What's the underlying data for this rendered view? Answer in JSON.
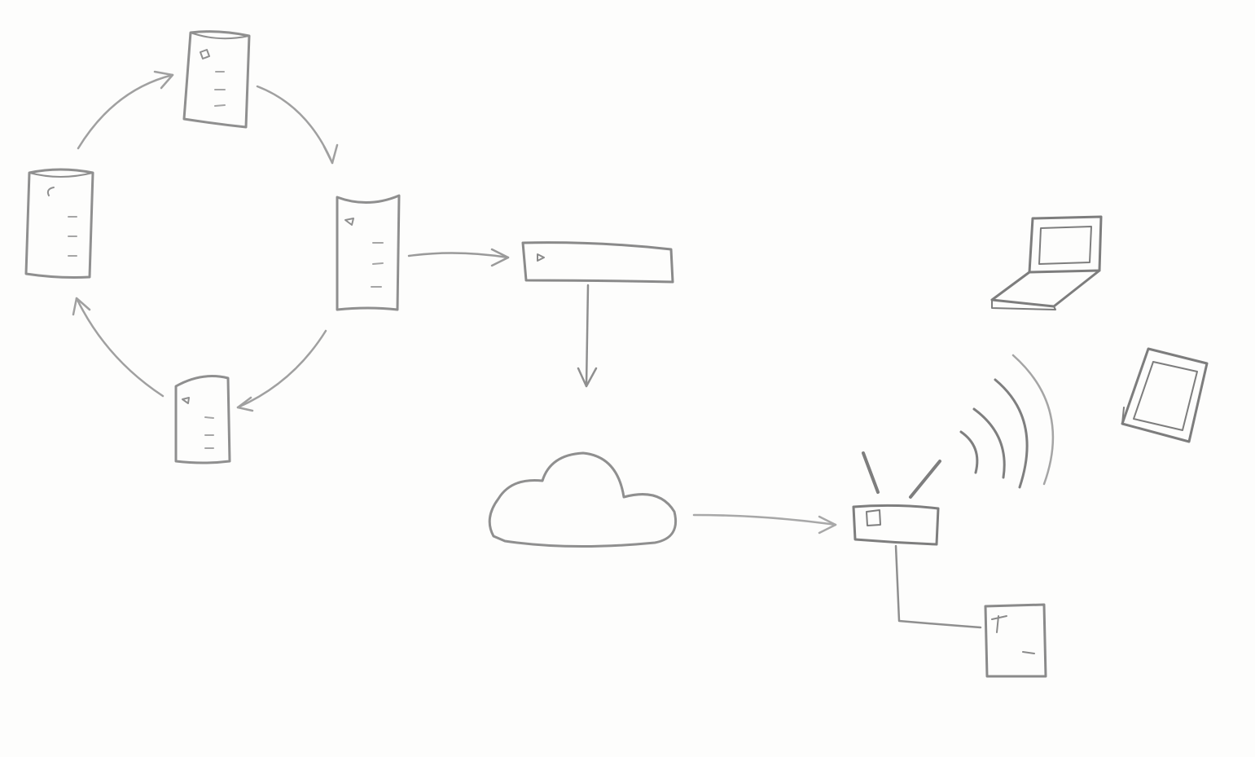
{
  "diagram": {
    "style": "hand-drawn pencil sketch",
    "colors": {
      "paper": "#fdfdfc",
      "pencil": "#8f8f8f",
      "pencil_light": "#b3b3b3",
      "pencil_dark": "#6e6e6e"
    },
    "nodes": [
      {
        "id": "server-top",
        "icon": "server-tower-icon"
      },
      {
        "id": "server-right",
        "icon": "server-tower-icon"
      },
      {
        "id": "server-bottom",
        "icon": "server-tower-icon"
      },
      {
        "id": "server-left",
        "icon": "server-tower-icon"
      },
      {
        "id": "switch",
        "icon": "network-switch-icon"
      },
      {
        "id": "internet",
        "icon": "cloud-icon"
      },
      {
        "id": "wifi-router",
        "icon": "wireless-router-icon"
      },
      {
        "id": "wifi-signal",
        "icon": "wifi-signal-icon"
      },
      {
        "id": "laptop",
        "icon": "laptop-icon"
      },
      {
        "id": "tablet",
        "icon": "tablet-icon"
      },
      {
        "id": "local-server",
        "icon": "server-box-icon"
      }
    ],
    "edges": [
      {
        "from": "server-top",
        "to": "server-right",
        "kind": "arrow"
      },
      {
        "from": "server-right",
        "to": "server-bottom",
        "kind": "arrow"
      },
      {
        "from": "server-bottom",
        "to": "server-left",
        "kind": "arrow"
      },
      {
        "from": "server-left",
        "to": "server-top",
        "kind": "arrow"
      },
      {
        "from": "server-right",
        "to": "switch",
        "kind": "arrow"
      },
      {
        "from": "switch",
        "to": "internet",
        "kind": "arrow"
      },
      {
        "from": "internet",
        "to": "wifi-router",
        "kind": "arrow"
      },
      {
        "from": "wifi-router",
        "to": "local-server",
        "kind": "wire"
      },
      {
        "from": "wifi-router",
        "to": "wifi-signal",
        "kind": "wireless"
      }
    ]
  }
}
